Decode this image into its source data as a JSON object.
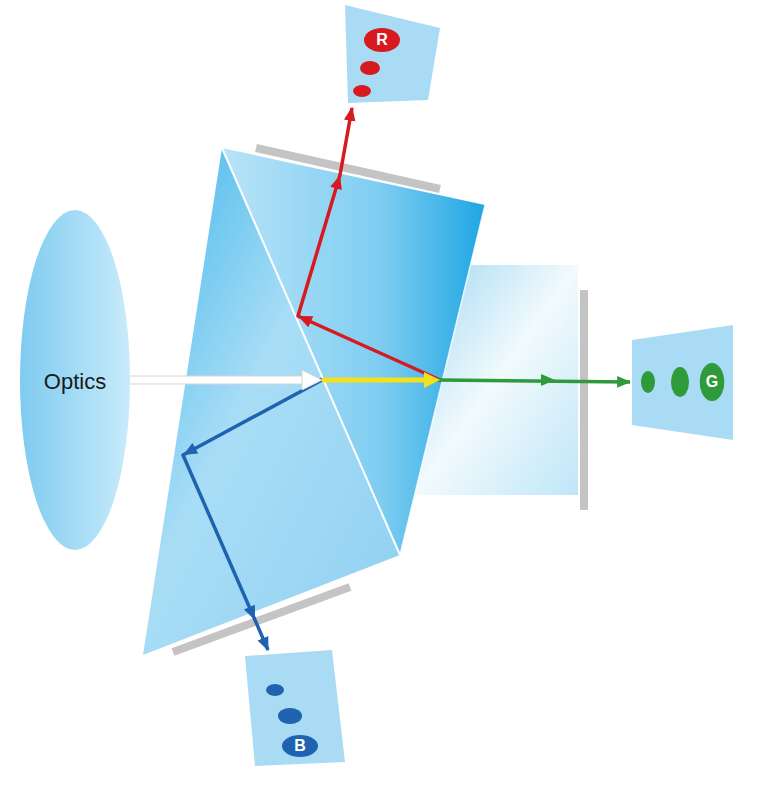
{
  "diagram": {
    "nodes": [
      {
        "text": [
          "Optics"
        ]
      },
      {
        "text": [
          "R"
        ]
      },
      {
        "text": [
          "G"
        ]
      },
      {
        "text": [
          "B"
        ]
      }
    ],
    "edges": [
      {
        "from": 0,
        "to": 1,
        "arrow": "to"
      },
      {
        "from": 0,
        "to": 2,
        "arrow": "to"
      },
      {
        "from": 0,
        "to": 3,
        "arrow": "to"
      }
    ]
  }
}
